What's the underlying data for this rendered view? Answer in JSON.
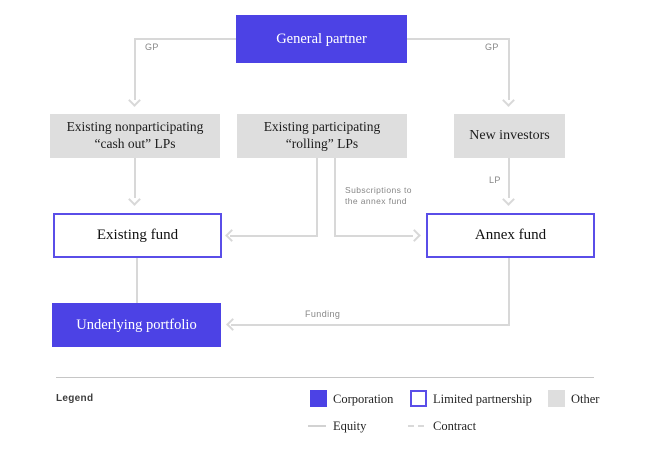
{
  "colors": {
    "accent": "#4c42e5",
    "accent_border": "#5a4ee8",
    "box_gray": "#dedede",
    "line_gray": "#d8d8d8"
  },
  "nodes": {
    "general_partner": {
      "label": "General partner"
    },
    "cash_out_lps": {
      "line1": "Existing nonparticipating",
      "line2": "“cash out” LPs"
    },
    "rolling_lps": {
      "line1": "Existing participating",
      "line2": "“rolling” LPs"
    },
    "new_investors": {
      "label": "New investors"
    },
    "existing_fund": {
      "label": "Existing fund"
    },
    "annex_fund": {
      "label": "Annex fund"
    },
    "underlying_portfolio": {
      "label": "Underlying portfolio"
    }
  },
  "edge_labels": {
    "gp_left": "GP",
    "gp_right": "GP",
    "lp": "LP",
    "subscriptions_line1": "Subscriptions to",
    "subscriptions_line2": "the annex fund",
    "funding": "Funding"
  },
  "legend": {
    "title": "Legend",
    "items": [
      {
        "key": "corporation",
        "label": "Corporation"
      },
      {
        "key": "limited_partnership",
        "label": "Limited partnership"
      },
      {
        "key": "other",
        "label": "Other"
      },
      {
        "key": "equity",
        "label": "Equity"
      },
      {
        "key": "contract",
        "label": "Contract"
      }
    ]
  }
}
